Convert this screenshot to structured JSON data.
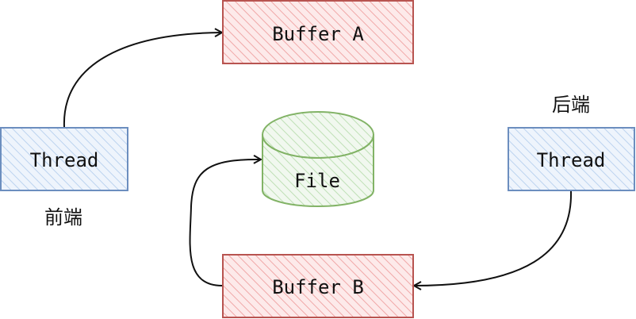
{
  "nodes": {
    "buffer_a": {
      "label": "Buffer A"
    },
    "buffer_b": {
      "label": "Buffer B"
    },
    "file": {
      "label": "File"
    },
    "thread_front": {
      "label": "Thread",
      "caption": "前端"
    },
    "thread_back": {
      "label": "Thread",
      "caption": "后端"
    }
  },
  "edges": [
    {
      "from": "thread_front",
      "to": "buffer_a"
    },
    {
      "from": "thread_back",
      "to": "buffer_b"
    },
    {
      "from": "buffer_b",
      "to": "file"
    }
  ],
  "colors": {
    "buffer_fill": "#f8cecc",
    "buffer_stroke": "#b85450",
    "thread_fill": "#dae8fc",
    "thread_stroke": "#6c8ebf",
    "file_fill": "#d5e8d4",
    "file_stroke": "#82b366"
  }
}
